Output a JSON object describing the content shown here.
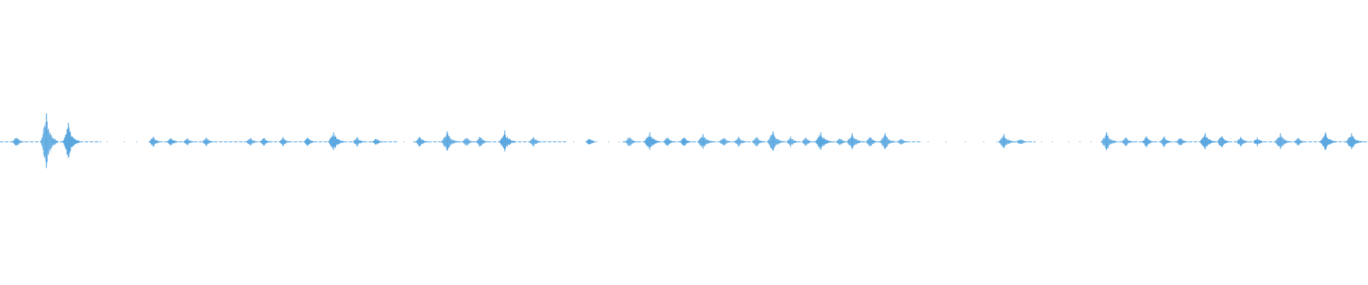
{
  "colors": {
    "waveform": "#5aa7e0",
    "background": "#ffffff"
  },
  "chart_data": {
    "type": "waveform",
    "title": "",
    "xlabel": "",
    "ylabel": "",
    "grid": false,
    "legend": false,
    "x_range": [
      0,
      1
    ],
    "amplitude_range": [
      -1,
      1
    ],
    "silent_gaps": [
      [
        0.074,
        0.109
      ],
      [
        0.291,
        0.302
      ],
      [
        0.415,
        0.455
      ],
      [
        0.674,
        0.73
      ],
      [
        0.757,
        0.807
      ]
    ],
    "bursts": [
      {
        "t": 0.012,
        "amp": 0.06,
        "kind": "dash"
      },
      {
        "t": 0.034,
        "amp": 0.3,
        "kind": "spike"
      },
      {
        "t": 0.05,
        "amp": 0.2,
        "kind": "spike"
      },
      {
        "t": 0.112,
        "amp": 0.06,
        "kind": "dash"
      },
      {
        "t": 0.125,
        "amp": 0.05,
        "kind": "dash"
      },
      {
        "t": 0.137,
        "amp": 0.04,
        "kind": "dash"
      },
      {
        "t": 0.151,
        "amp": 0.05,
        "kind": "dash"
      },
      {
        "t": 0.183,
        "amp": 0.05,
        "kind": "dash"
      },
      {
        "t": 0.193,
        "amp": 0.05,
        "kind": "dash"
      },
      {
        "t": 0.207,
        "amp": 0.05,
        "kind": "dash"
      },
      {
        "t": 0.225,
        "amp": 0.05,
        "kind": "dash"
      },
      {
        "t": 0.244,
        "amp": 0.1,
        "kind": "spike"
      },
      {
        "t": 0.261,
        "amp": 0.06,
        "kind": "dash"
      },
      {
        "t": 0.275,
        "amp": 0.04,
        "kind": "dash"
      },
      {
        "t": 0.307,
        "amp": 0.07,
        "kind": "dash"
      },
      {
        "t": 0.327,
        "amp": 0.11,
        "kind": "spike"
      },
      {
        "t": 0.341,
        "amp": 0.06,
        "kind": "dash"
      },
      {
        "t": 0.351,
        "amp": 0.07,
        "kind": "dash"
      },
      {
        "t": 0.369,
        "amp": 0.12,
        "kind": "spike"
      },
      {
        "t": 0.39,
        "amp": 0.06,
        "kind": "dash"
      },
      {
        "t": 0.431,
        "amp": 0.04,
        "kind": "dash"
      },
      {
        "t": 0.46,
        "amp": 0.07,
        "kind": "dash"
      },
      {
        "t": 0.475,
        "amp": 0.1,
        "kind": "spike"
      },
      {
        "t": 0.488,
        "amp": 0.06,
        "kind": "dash"
      },
      {
        "t": 0.5,
        "amp": 0.06,
        "kind": "dash"
      },
      {
        "t": 0.514,
        "amp": 0.08,
        "kind": "spike"
      },
      {
        "t": 0.529,
        "amp": 0.06,
        "kind": "dash"
      },
      {
        "t": 0.54,
        "amp": 0.06,
        "kind": "dash"
      },
      {
        "t": 0.553,
        "amp": 0.06,
        "kind": "dash"
      },
      {
        "t": 0.565,
        "amp": 0.11,
        "kind": "spike"
      },
      {
        "t": 0.578,
        "amp": 0.06,
        "kind": "dash"
      },
      {
        "t": 0.589,
        "amp": 0.05,
        "kind": "dash"
      },
      {
        "t": 0.6,
        "amp": 0.1,
        "kind": "spike"
      },
      {
        "t": 0.614,
        "amp": 0.05,
        "kind": "dash"
      },
      {
        "t": 0.623,
        "amp": 0.09,
        "kind": "spike"
      },
      {
        "t": 0.636,
        "amp": 0.07,
        "kind": "dash"
      },
      {
        "t": 0.647,
        "amp": 0.09,
        "kind": "spike"
      },
      {
        "t": 0.659,
        "amp": 0.04,
        "kind": "dash"
      },
      {
        "t": 0.734,
        "amp": 0.08,
        "kind": "spike"
      },
      {
        "t": 0.746,
        "amp": 0.04,
        "kind": "dash"
      },
      {
        "t": 0.809,
        "amp": 0.1,
        "kind": "spike"
      },
      {
        "t": 0.823,
        "amp": 0.06,
        "kind": "dash"
      },
      {
        "t": 0.838,
        "amp": 0.06,
        "kind": "dash"
      },
      {
        "t": 0.851,
        "amp": 0.06,
        "kind": "dash"
      },
      {
        "t": 0.863,
        "amp": 0.05,
        "kind": "dash"
      },
      {
        "t": 0.881,
        "amp": 0.09,
        "kind": "spike"
      },
      {
        "t": 0.893,
        "amp": 0.08,
        "kind": "dash"
      },
      {
        "t": 0.907,
        "amp": 0.06,
        "kind": "dash"
      },
      {
        "t": 0.919,
        "amp": 0.05,
        "kind": "dash"
      },
      {
        "t": 0.936,
        "amp": 0.09,
        "kind": "spike"
      },
      {
        "t": 0.949,
        "amp": 0.05,
        "kind": "dash"
      },
      {
        "t": 0.969,
        "amp": 0.1,
        "kind": "spike"
      },
      {
        "t": 0.988,
        "amp": 0.09,
        "kind": "spike"
      }
    ]
  }
}
